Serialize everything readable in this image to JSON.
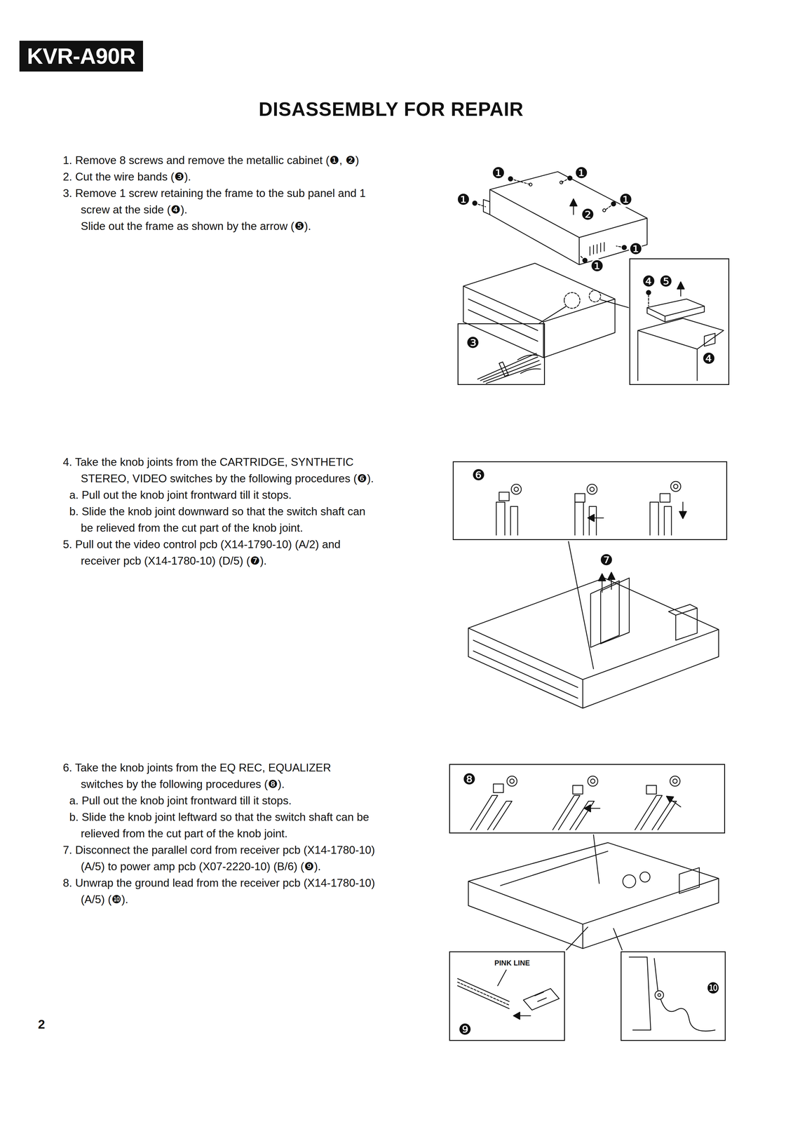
{
  "diagram": {
    "title": "DISASSEMBLY FOR REPAIR",
    "nodes": [
      {
        "text": [
          "KVR-A90R"
        ]
      },
      {
        "text": [
          "❸"
        ]
      },
      {
        "text": [
          "❹",
          "❺",
          "❹"
        ]
      },
      {
        "text": [
          "❻"
        ]
      },
      {
        "text": [
          "❽"
        ]
      },
      {
        "text": [
          "PINK LINE",
          "❾"
        ]
      },
      {
        "text": [
          "❿"
        ]
      }
    ],
    "labels": [
      "1. Remove 8 screws and remove the metallic cabinet (❶, ❷)",
      "2. Cut the wire bands (❸).",
      "3. Remove 1 screw retaining the frame to the sub panel and 1 screw at the side (❹).",
      "Slide out the frame as shown by the arrow (❺).",
      "4. Take the knob joints from the CARTRIDGE, SYNTHETIC STEREO, VIDEO switches by the following procedures (❻).",
      "a. Pull out the knob joint frontward till it stops.",
      "b. Slide the knob joint downward so that the switch shaft can be relieved from the cut part of the knob joint.",
      "5. Pull out the video control pcb (X14-1790-10) (A/2) and receiver pcb (X14-1780-10) (D/5) (❼).",
      "6. Take the knob joints from the EQ REC, EQUALIZER switches by the following procedures (❽).",
      "a. Pull out the knob joint frontward till it stops.",
      "b. Slide the knob joint leftward so that the switch shaft can be relieved from the cut part of the knob joint.",
      "7. Disconnect the parallel cord from receiver pcb (X14-1780-10) (A/5) to power amp pcb (X07-2220-10) (B/6) (❾).",
      "8. Unwrap the ground lead from the receiver pcb (X14-1780-10) (A/5) (❿).",
      "❶",
      "❶",
      "❶",
      "❶",
      "❶",
      "❶",
      "❷",
      "❼",
      "2"
    ]
  }
}
